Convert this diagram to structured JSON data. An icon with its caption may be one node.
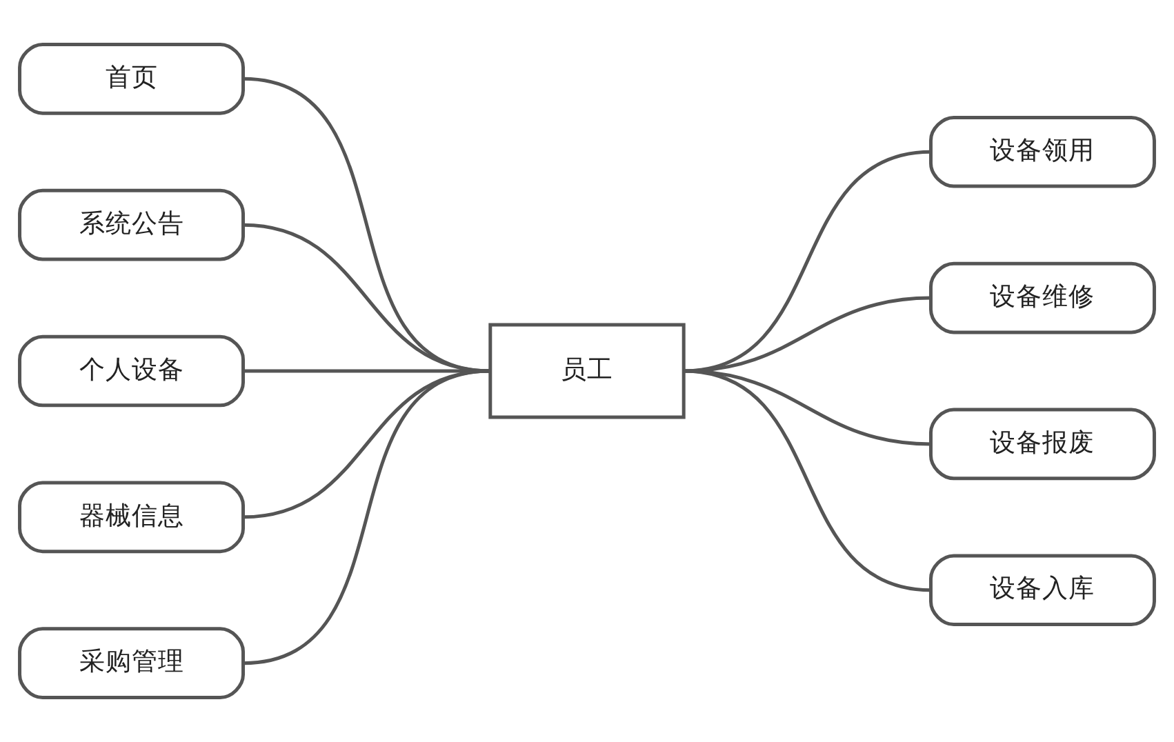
{
  "diagram": {
    "nodes": [
      {
        "text": [
          "首页"
        ]
      },
      {
        "text": [
          "系统公告"
        ]
      },
      {
        "text": [
          "个人设备"
        ]
      },
      {
        "text": [
          "器械信息"
        ]
      },
      {
        "text": [
          "采购管理"
        ]
      },
      {
        "text": [
          "员工"
        ]
      },
      {
        "text": [
          "设备领用"
        ]
      },
      {
        "text": [
          "设备维修"
        ]
      },
      {
        "text": [
          "设备报废"
        ]
      },
      {
        "text": [
          "设备入库"
        ]
      }
    ],
    "edges": [
      {
        "from": 0,
        "to": 5,
        "arrow": "none"
      },
      {
        "from": 1,
        "to": 5,
        "arrow": "none"
      },
      {
        "from": 2,
        "to": 5,
        "arrow": "none"
      },
      {
        "from": 3,
        "to": 5,
        "arrow": "none"
      },
      {
        "from": 4,
        "to": 5,
        "arrow": "none"
      },
      {
        "from": 5,
        "to": 6,
        "arrow": "none"
      },
      {
        "from": 5,
        "to": 7,
        "arrow": "none"
      },
      {
        "from": 5,
        "to": 8,
        "arrow": "none"
      },
      {
        "from": 5,
        "to": 9,
        "arrow": "none"
      }
    ]
  }
}
